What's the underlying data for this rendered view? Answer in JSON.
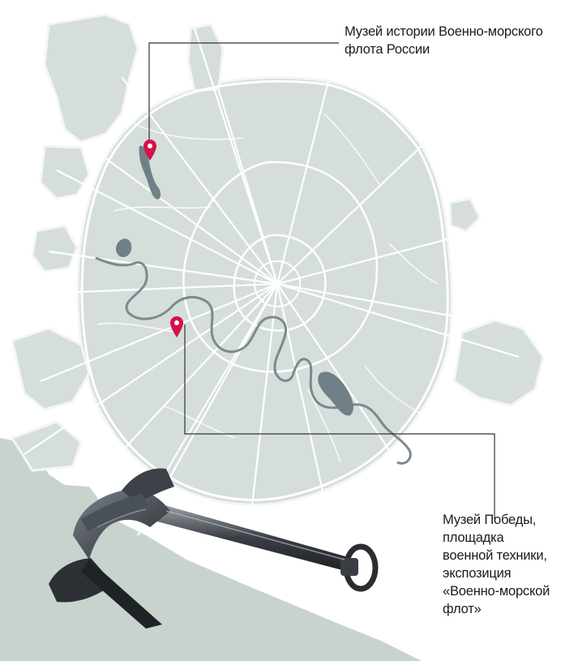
{
  "labels": {
    "top": {
      "lines": [
        "Музей истории Военно-морского",
        "флота России"
      ]
    },
    "bottom": {
      "lines": [
        "Музей Победы,",
        "площадка",
        "военной техники,",
        "экспозиция",
        "«Военно-морской",
        "флот»"
      ]
    }
  },
  "markers": [
    {
      "name": "marker-navy-history-museum"
    },
    {
      "name": "marker-victory-museum"
    }
  ],
  "colors": {
    "land": "#d4ddd9",
    "land_outer": "#c5d0cb",
    "roads": "#ffffff",
    "water": "#6e7f86",
    "marker": "#d4124a",
    "leader_line": "#333333",
    "anchor_dark": "#2b2e33",
    "anchor_light": "#8a9097"
  }
}
